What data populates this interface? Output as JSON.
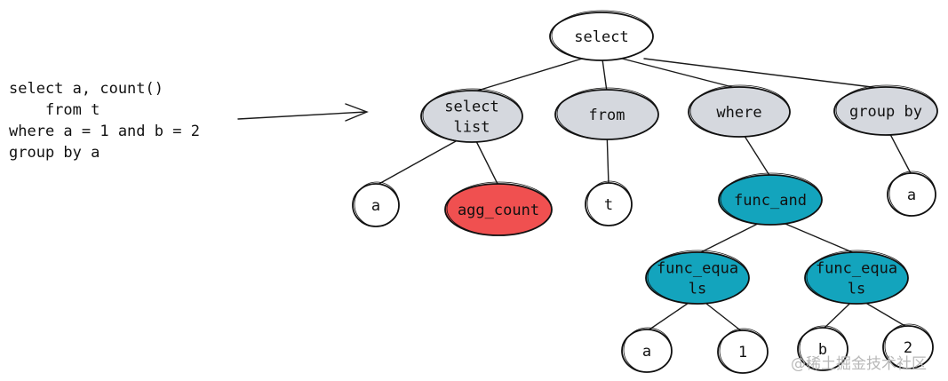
{
  "sql_lines": [
    "select a, count()",
    "    from t",
    "where a = 1 and b = 2",
    "group by a"
  ],
  "colors": {
    "white": "#ffffff",
    "gray": "#d5d8de",
    "red": "#f05050",
    "teal": "#13a4bd"
  },
  "nodes": {
    "select": {
      "lines": [
        "select"
      ],
      "fill": "white"
    },
    "select_list": {
      "lines": [
        "select",
        "list"
      ],
      "fill": "gray"
    },
    "from": {
      "lines": [
        "from"
      ],
      "fill": "gray"
    },
    "where": {
      "lines": [
        "where"
      ],
      "fill": "gray"
    },
    "group_by": {
      "lines": [
        "group by"
      ],
      "fill": "gray"
    },
    "col_a": {
      "lines": [
        "a"
      ],
      "fill": "white"
    },
    "agg_count": {
      "lines": [
        "agg_count"
      ],
      "fill": "red"
    },
    "table_t": {
      "lines": [
        "t"
      ],
      "fill": "white"
    },
    "func_and": {
      "lines": [
        "func_and"
      ],
      "fill": "teal"
    },
    "group_a": {
      "lines": [
        "a"
      ],
      "fill": "white"
    },
    "func_equals_1": {
      "lines": [
        "func_equa",
        "ls"
      ],
      "fill": "teal"
    },
    "func_equals_2": {
      "lines": [
        "func_equa",
        "ls"
      ],
      "fill": "teal"
    },
    "eq1_a": {
      "lines": [
        "a"
      ],
      "fill": "white"
    },
    "eq1_1": {
      "lines": [
        "1"
      ],
      "fill": "white"
    },
    "eq2_b": {
      "lines": [
        "b"
      ],
      "fill": "white"
    },
    "eq2_2": {
      "lines": [
        "2"
      ],
      "fill": "white"
    }
  },
  "edges": [
    [
      "select",
      "select_list"
    ],
    [
      "select",
      "from"
    ],
    [
      "select",
      "where"
    ],
    [
      "select",
      "group_by"
    ],
    [
      "select_list",
      "col_a"
    ],
    [
      "select_list",
      "agg_count"
    ],
    [
      "from",
      "table_t"
    ],
    [
      "where",
      "func_and"
    ],
    [
      "group_by",
      "group_a"
    ],
    [
      "func_and",
      "func_equals_1"
    ],
    [
      "func_and",
      "func_equals_2"
    ],
    [
      "func_equals_1",
      "eq1_a"
    ],
    [
      "func_equals_1",
      "eq1_1"
    ],
    [
      "func_equals_2",
      "eq2_b"
    ],
    [
      "func_equals_2",
      "eq2_2"
    ]
  ],
  "watermark": "@稀土掘金技术社区"
}
